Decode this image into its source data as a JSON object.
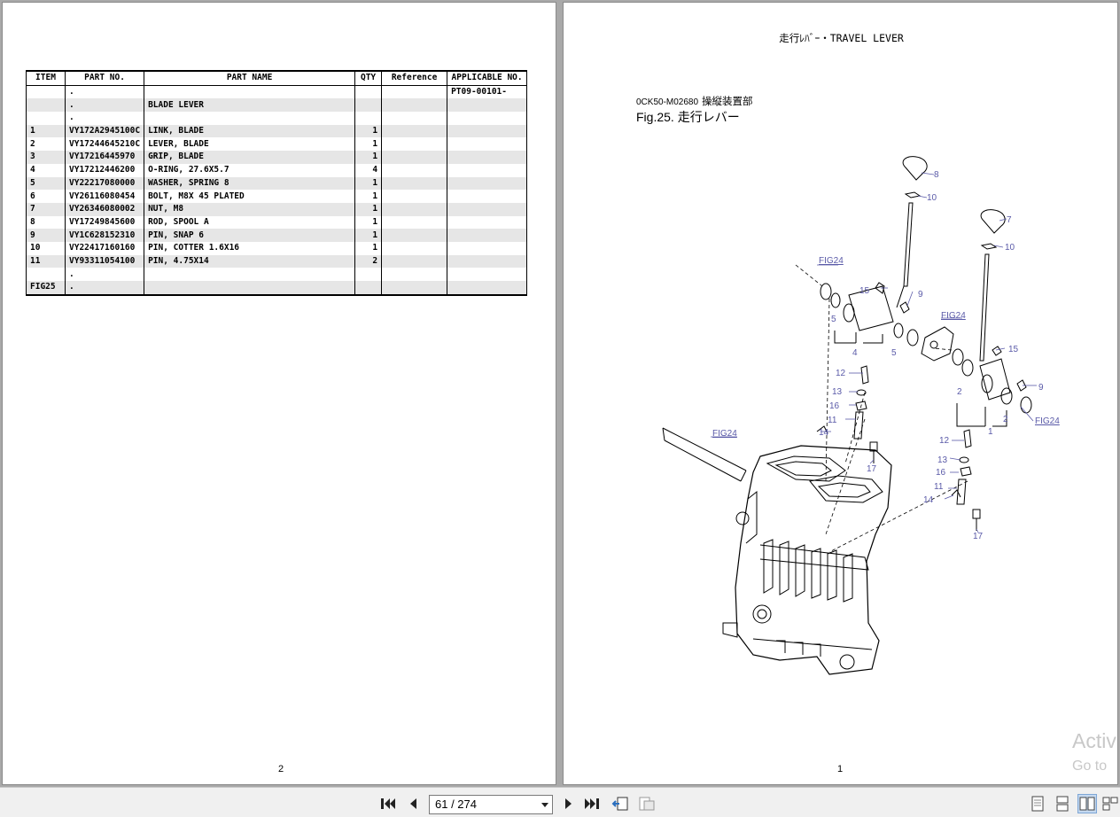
{
  "left_page": {
    "columns": [
      "ITEM",
      "PART NO.",
      "PART NAME",
      "QTY",
      "Reference",
      "APPLICABLE NO."
    ],
    "rows": [
      [
        "",
        ".",
        "",
        "",
        "",
        "PT09-00101-"
      ],
      [
        "",
        ".",
        "BLADE LEVER",
        "",
        "",
        ""
      ],
      [
        "",
        ".",
        "",
        "",
        "",
        ""
      ],
      [
        "1",
        "VY172A2945100C",
        "LINK, BLADE",
        "1",
        "",
        ""
      ],
      [
        "2",
        "VY17244645210C",
        "LEVER, BLADE",
        "1",
        "",
        ""
      ],
      [
        "3",
        "VY17216445970",
        "GRIP, BLADE",
        "1",
        "",
        ""
      ],
      [
        "4",
        "VY17212446200",
        "O-RING, 27.6X5.7",
        "4",
        "",
        ""
      ],
      [
        "5",
        "VY22217080000",
        "WASHER, SPRING 8",
        "1",
        "",
        ""
      ],
      [
        "6",
        "VY26116080454",
        "BOLT, M8X 45 PLATED",
        "1",
        "",
        ""
      ],
      [
        "7",
        "VY26346080002",
        "NUT, M8",
        "1",
        "",
        ""
      ],
      [
        "8",
        "VY17249845600",
        "ROD, SPOOL A",
        "1",
        "",
        ""
      ],
      [
        "9",
        "VY1C628152310",
        "PIN, SNAP 6",
        "1",
        "",
        ""
      ],
      [
        "10",
        "VY22417160160",
        "PIN, COTTER 1.6X16",
        "1",
        "",
        ""
      ],
      [
        "11",
        "VY93311054100",
        "PIN, 4.75X14",
        "2",
        "",
        ""
      ],
      [
        "",
        ".",
        "",
        "",
        "",
        ""
      ],
      [
        "FIG25",
        ".",
        "",
        "",
        "",
        ""
      ]
    ],
    "page_number": "2"
  },
  "right_page": {
    "title": "走行ﾚﾊﾞｰ・TRAVEL LEVER",
    "model_code": "0CK50-M02680",
    "model_desc": "操縦装置部",
    "fig_caption": "Fig.25.  走行レバー",
    "page_number": "1",
    "callouts": {
      "c8": "8",
      "c10a": "10",
      "c7": "7",
      "c10b": "10",
      "fig24a": "FIG24",
      "c15a": "15",
      "c9a": "9",
      "c5a": "5",
      "c4": "4",
      "c5b": "5",
      "fig24b": "FIG24",
      "c15b": "15",
      "c12a": "12",
      "c13a": "13",
      "c16a": "16",
      "c11a": "11",
      "c14a": "14",
      "c17a": "17",
      "c2a": "2",
      "c9b": "9",
      "c2b": "2",
      "c1": "1",
      "fig24c": "FIG24",
      "fig24d": "FIG24",
      "c12b": "12",
      "c13b": "13",
      "c16b": "16",
      "c11b": "11",
      "c14b": "14",
      "c17b": "17"
    }
  },
  "watermark": {
    "line1": "Activ",
    "line2": "Go to"
  },
  "toolbar": {
    "page_indicator": "61 / 274",
    "icons": [
      "first-page-icon",
      "prev-page-icon",
      "next-page-icon",
      "last-page-icon",
      "go-back-view-icon",
      "go-forward-view-icon",
      "single-page-view-icon",
      "continuous-view-icon",
      "two-page-view-icon",
      "two-page-continuous-view-icon"
    ]
  }
}
